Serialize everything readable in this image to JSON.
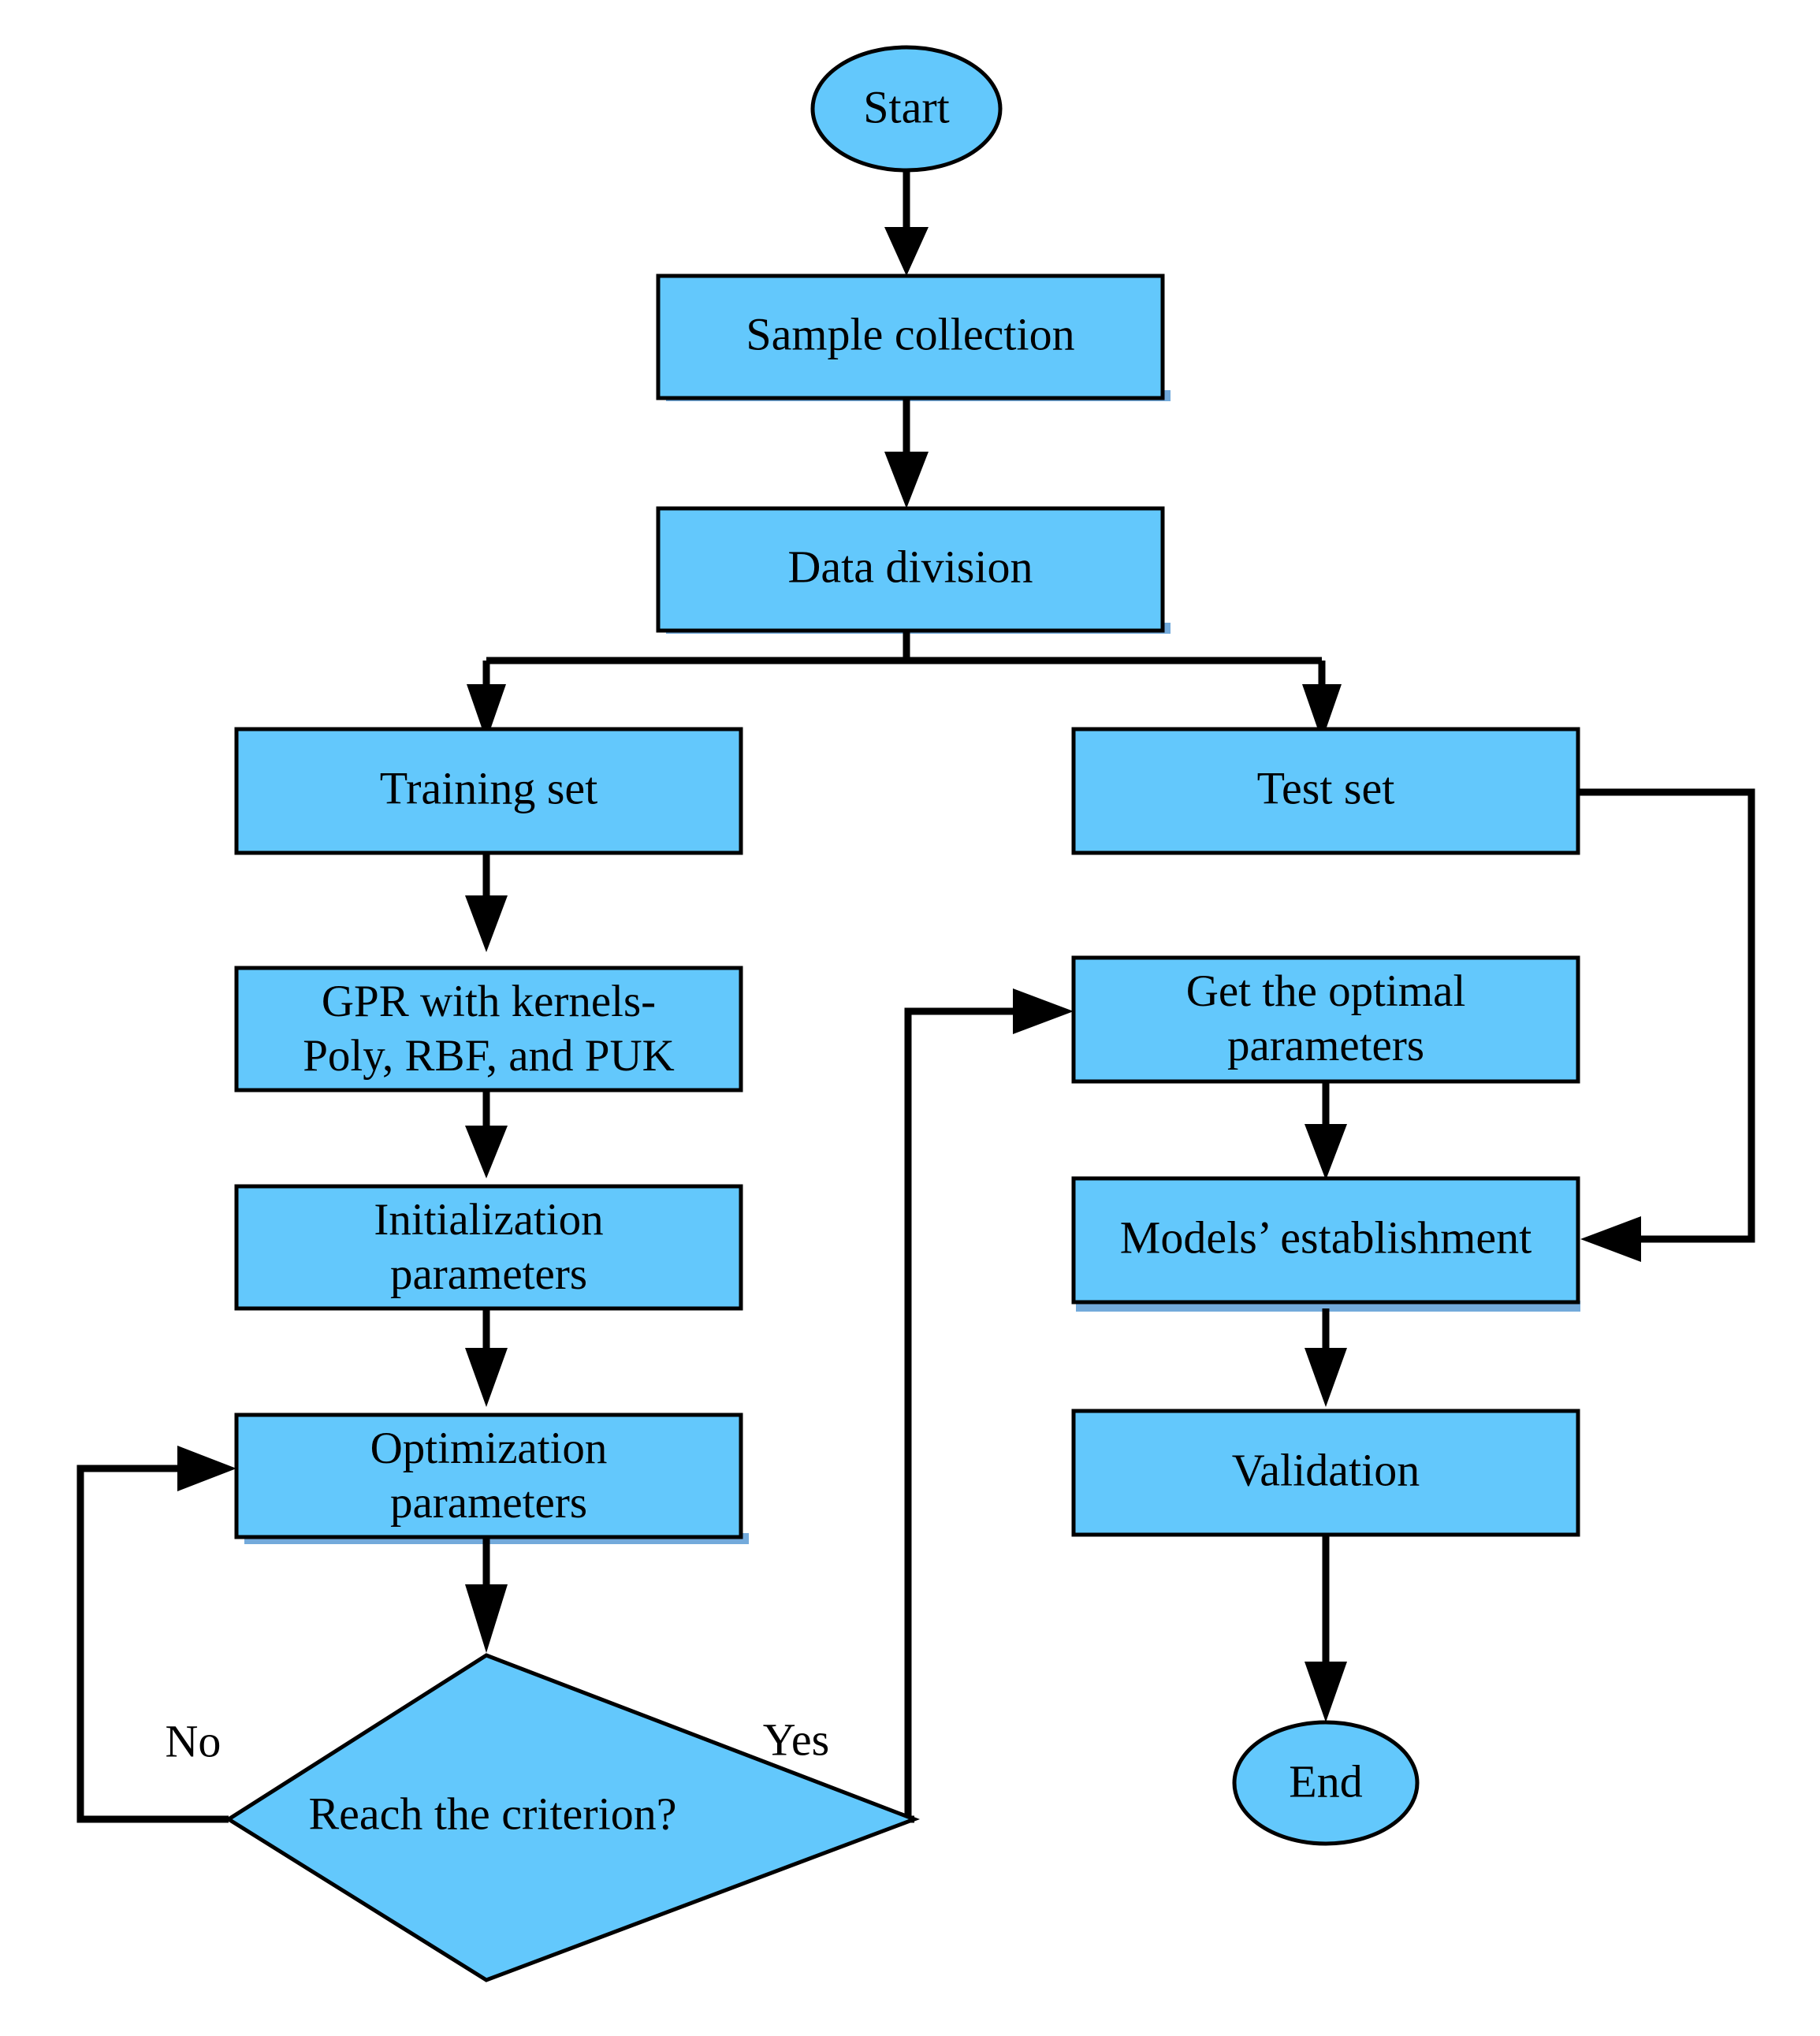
{
  "diagram": {
    "type": "flowchart",
    "title": "",
    "colors": {
      "node_fill": "#63c8fc",
      "node_stroke": "#000000",
      "shadow": "#5b9bd5",
      "background": "#ffffff",
      "text": "#000000"
    },
    "nodes": {
      "start": {
        "label": "Start",
        "shape": "ellipse"
      },
      "sample_collection": {
        "label": "Sample collection",
        "shape": "rect"
      },
      "data_division": {
        "label": "Data division",
        "shape": "rect"
      },
      "training_set": {
        "label": "Training set",
        "shape": "rect"
      },
      "test_set": {
        "label": "Test set",
        "shape": "rect"
      },
      "gpr_kernels": {
        "label_line1": "GPR with kernels-",
        "label_line2": "Poly, RBF, and PUK",
        "shape": "rect"
      },
      "initialization": {
        "label_line1": "Initialization",
        "label_line2": "parameters",
        "shape": "rect"
      },
      "optimization": {
        "label_line1": "Optimization",
        "label_line2": "parameters",
        "shape": "rect"
      },
      "decision": {
        "label": "Reach the criterion?",
        "shape": "diamond"
      },
      "get_optimal": {
        "label_line1": "Get the optimal",
        "label_line2": "parameters",
        "shape": "rect"
      },
      "models_establishment": {
        "label": "Models’ establishment",
        "shape": "rect"
      },
      "validation": {
        "label": "Validation",
        "shape": "rect"
      },
      "end": {
        "label": "End",
        "shape": "ellipse"
      }
    },
    "edge_labels": {
      "no": "No",
      "yes": "Yes"
    }
  }
}
